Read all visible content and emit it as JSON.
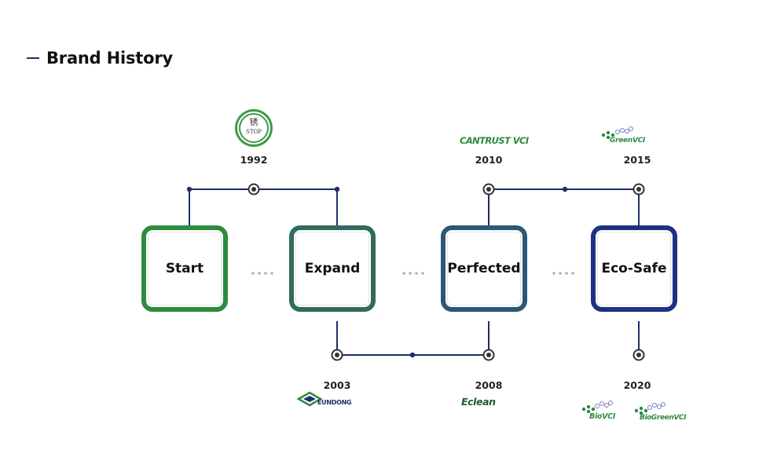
{
  "title": "Brand History",
  "stages": [
    {
      "label": "Start",
      "color": "#2f8a3f"
    },
    {
      "label": "Expand",
      "color": "#2f6b5e"
    },
    {
      "label": "Perfected",
      "color": "#2b5873"
    },
    {
      "label": "Eco-Safe",
      "color": "#1e3182"
    }
  ],
  "milestones": [
    {
      "year": "1992",
      "logo": "STOP"
    },
    {
      "year": "2003",
      "logo": "EUNDONG"
    },
    {
      "year": "2008",
      "logo": "Eclean"
    },
    {
      "year": "2010",
      "logo": "CANTRUST VCI"
    },
    {
      "year": "2015",
      "logo": "GreenVCI"
    },
    {
      "year": "2020",
      "logo": "BioVCI",
      "logo2": "BioGreenVCI"
    }
  ],
  "logo_glyph_1992": "锈",
  "colors": {
    "connector": "#1f2d6b",
    "logo_green": "#2f8a3f",
    "dots": "#b0b0b0"
  }
}
